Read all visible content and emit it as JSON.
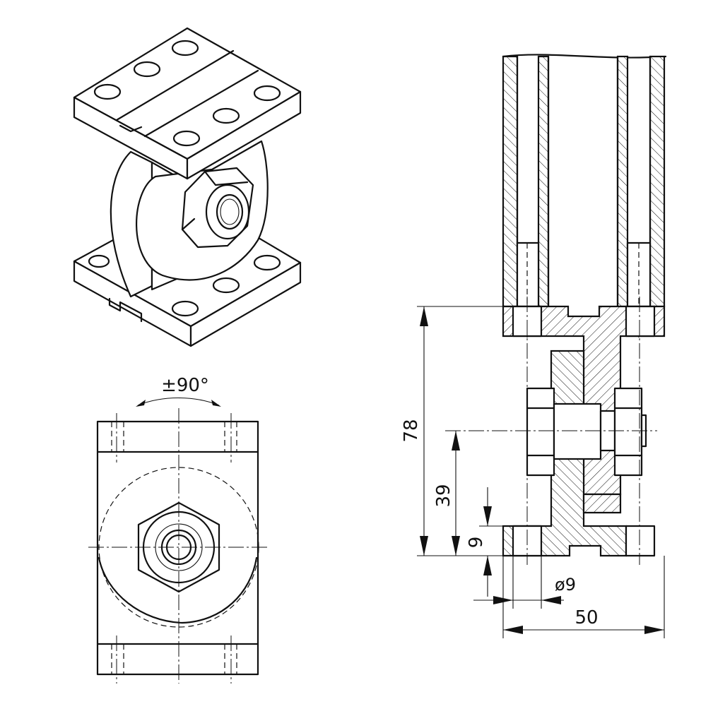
{
  "drawing": {
    "views": [
      "isometric",
      "top",
      "section"
    ],
    "dimensions": {
      "rotation": "±90°",
      "height_total": "78",
      "height_axis": "39",
      "flange_thickness": "9",
      "hole_diameter": "ø9",
      "width": "50"
    }
  }
}
